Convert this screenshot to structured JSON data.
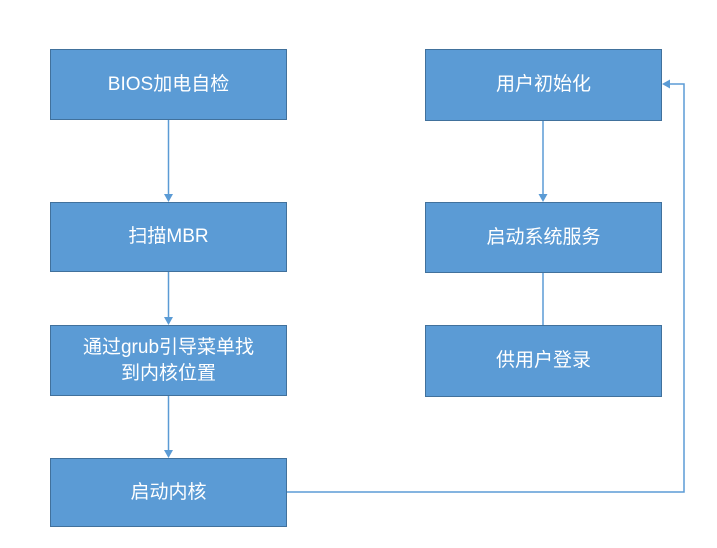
{
  "diagram": {
    "type": "flowchart",
    "subject": "linux-boot-process",
    "background": "#FFFFFF",
    "colors": {
      "node_fill": "#5B9BD5",
      "node_border": "#41719C",
      "node_text": "#FFFFFF",
      "connector": "#5B9BD5",
      "background": "#FFFFFF"
    },
    "nodes": [
      {
        "id": "bios-post",
        "label": "BIOS加电自检"
      },
      {
        "id": "scan-mbr",
        "label": "扫描MBR"
      },
      {
        "id": "grub-menu",
        "label": "通过grub引导菜单找\n到内核位置"
      },
      {
        "id": "start-kernel",
        "label": "启动内核"
      },
      {
        "id": "user-init",
        "label": "用户初始化"
      },
      {
        "id": "start-services",
        "label": "启动系统服务"
      },
      {
        "id": "user-login",
        "label": "供用户登录"
      }
    ],
    "edges": [
      {
        "from": "bios-post",
        "to": "scan-mbr",
        "arrow": true,
        "route": "straight-down"
      },
      {
        "from": "scan-mbr",
        "to": "grub-menu",
        "arrow": true,
        "route": "straight-down"
      },
      {
        "from": "grub-menu",
        "to": "start-kernel",
        "arrow": true,
        "route": "straight-down"
      },
      {
        "from": "start-kernel",
        "to": "user-init",
        "arrow": true,
        "route": "right-then-up-then-left"
      },
      {
        "from": "user-init",
        "to": "start-services",
        "arrow": true,
        "route": "straight-down"
      },
      {
        "from": "start-services",
        "to": "user-login",
        "arrow": false,
        "route": "straight-down"
      }
    ]
  }
}
